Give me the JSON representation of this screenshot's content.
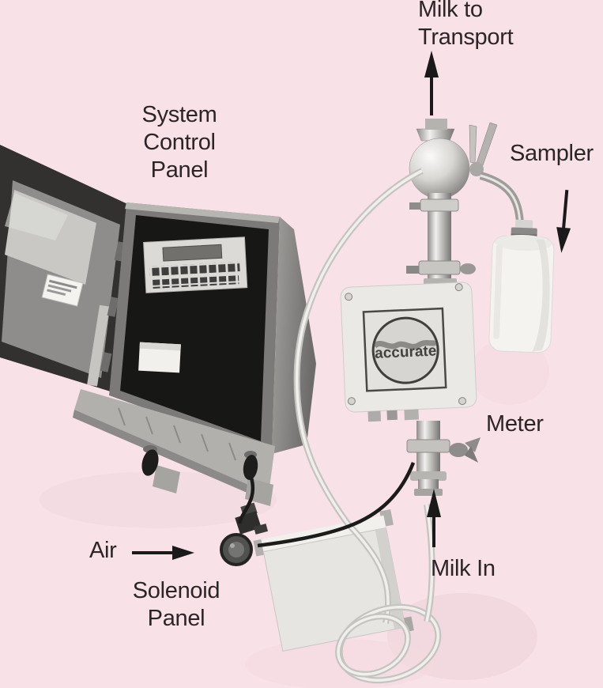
{
  "colors": {
    "background": "#f9e1e8",
    "label_text": "#2a2526",
    "arrow": "#1a1a1a",
    "equipment_light_gray": "#ebe9e6",
    "equipment_dark": "#171715"
  },
  "labels": {
    "milk_to_transport_line1": "Milk to",
    "milk_to_transport_line2": "Transport",
    "system_control_panel_line1": "System",
    "system_control_panel_line2": "Control",
    "system_control_panel_line3": "Panel",
    "sampler": "Sampler",
    "meter": "Meter",
    "milk_in": "Milk In",
    "air": "Air",
    "solenoid_panel_line1": "Solenoid",
    "solenoid_panel_line2": "Panel"
  },
  "equipment": {
    "meter_logo": "accurate"
  }
}
